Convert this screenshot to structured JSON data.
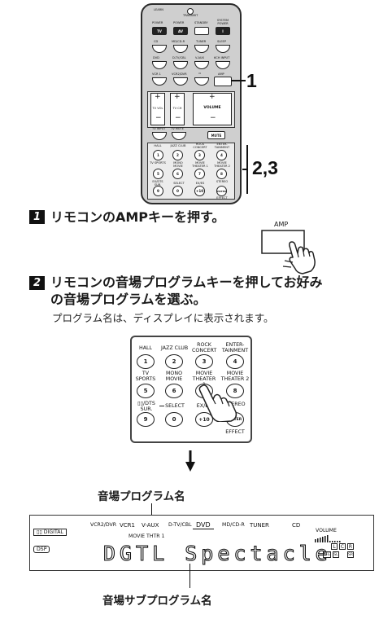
{
  "remote_top": {
    "top_labels": [
      "LEARN",
      "TRANSMIT",
      ""
    ],
    "power_labels": [
      "POWER",
      "POWER",
      "STANDBY",
      "SYSTEM POWER"
    ],
    "power_keys": [
      "TV",
      "AV",
      "",
      "I"
    ],
    "row1": [
      "CD",
      "MD/CD-R",
      "TUNER",
      "SLEEP"
    ],
    "row2": [
      "DVD",
      "D-TV/CBL",
      "V-AUX",
      "6CH INPUT"
    ],
    "row3": [
      "VCR 1",
      "VCR2/DVR",
      "▭",
      "AMP"
    ],
    "vol_labels": [
      "TV VOL",
      "TV CH",
      "VOLUME"
    ],
    "mute_row": [
      "TV INPUT",
      "TV MUTE",
      "MUTE"
    ],
    "prog_rows": [
      [
        "HALL",
        "JAZZ CLUB",
        "ROCK CONCERT",
        "ENTER-TAINMENT"
      ],
      [
        "TV SPORTS",
        "MONO MOVIE",
        "MOVIE THEATER 1",
        "MOVIE THEATER 2"
      ]
    ],
    "prog_keys": [
      [
        "1",
        "2",
        "3",
        "4"
      ],
      [
        "5",
        "6",
        "7",
        "8"
      ]
    ],
    "bottom_labels": [
      "EX/DTS SUR.",
      "SELECT",
      "EX/ES",
      "STEREO"
    ],
    "bottom_keys": [
      "9",
      "0",
      "+10",
      "ENTER"
    ],
    "effect_label": "EFFECT"
  },
  "callouts": {
    "c1": "1",
    "c23": "2,3"
  },
  "step1": {
    "number": "1",
    "text": "リモコンのAMPキーを押す。",
    "key_label": "AMP"
  },
  "step2": {
    "number": "2",
    "line1": "リモコンの音場プログラムキーを押してお好み",
    "line2": "の音場プログラムを選ぶ。",
    "sub": "プログラム名は、ディスプレイに表示されます。"
  },
  "remote_zoom": {
    "row1_labels": [
      "HALL",
      "JAZZ CLUB",
      "ROCK CONCERT",
      "ENTER-TAINMENT"
    ],
    "row1_keys": [
      "1",
      "2",
      "3",
      "4"
    ],
    "row2_labels": [
      "TV SPORTS",
      "MONO MOVIE",
      "MOVIE THEATER 1",
      "MOVIE THEATER 2"
    ],
    "row2_keys": [
      "5",
      "6",
      "7",
      "8"
    ],
    "row3_labels": [
      "▯▯/DTS SUR.",
      "SELECT",
      "EX/ES",
      "STEREO"
    ],
    "row3_keys": [
      "9",
      "0",
      "+10",
      "ENTER"
    ],
    "effect": "EFFECT"
  },
  "display": {
    "caption_top": "音場プログラム名",
    "caption_bottom": "音場サブプログラム名",
    "sources": [
      "VCR2/DVR",
      "VCR1",
      "V-AUX",
      "D-TV/CBL",
      "DVD",
      "MD/CD-R",
      "TUNER",
      "CD"
    ],
    "digital_badge": "▯▯ DIGITAL",
    "program": "MOVIE THTR 1",
    "dsp": "DSP",
    "segment_text": "DGTL Spectacle",
    "volume_label": "VOLUME",
    "speaker_letters": [
      "L",
      "C",
      "R"
    ],
    "speaker_bottom": [
      "LFE",
      "SL",
      "SR"
    ]
  }
}
